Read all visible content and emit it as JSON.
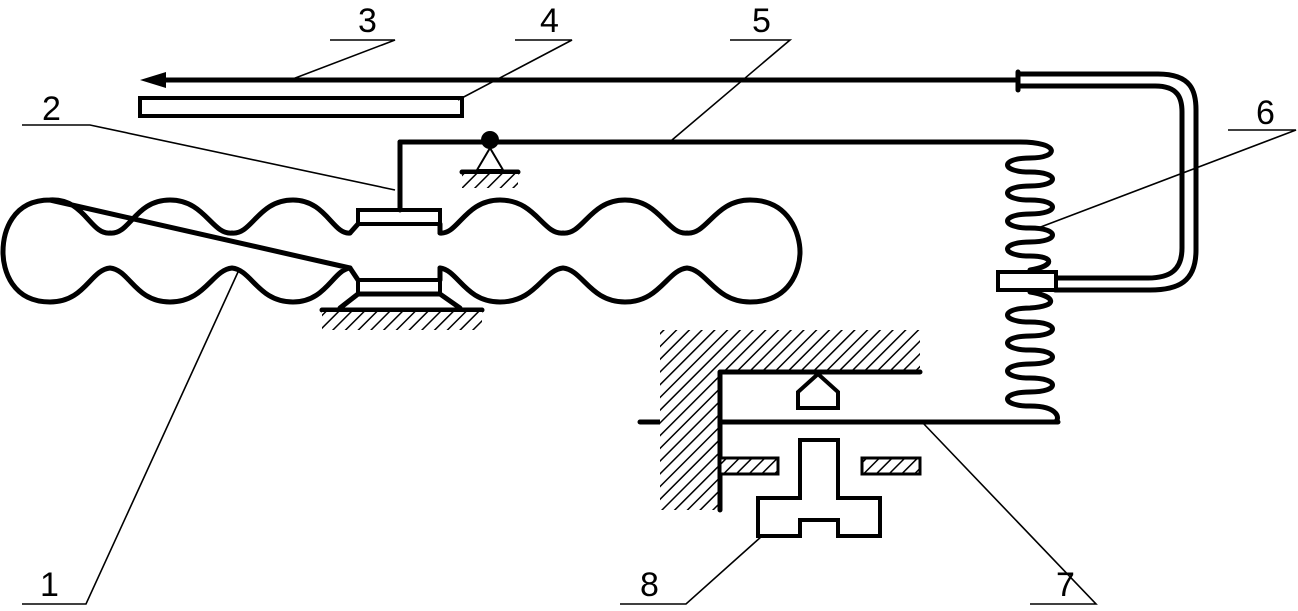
{
  "callouts": [
    {
      "id": "1",
      "label": "1"
    },
    {
      "id": "2",
      "label": "2"
    },
    {
      "id": "3",
      "label": "3"
    },
    {
      "id": "4",
      "label": "4"
    },
    {
      "id": "5",
      "label": "5"
    },
    {
      "id": "6",
      "label": "6"
    },
    {
      "id": "7",
      "label": "7"
    },
    {
      "id": "8",
      "label": "8"
    }
  ],
  "colors": {
    "ink": "#000000",
    "background": "#ffffff"
  }
}
